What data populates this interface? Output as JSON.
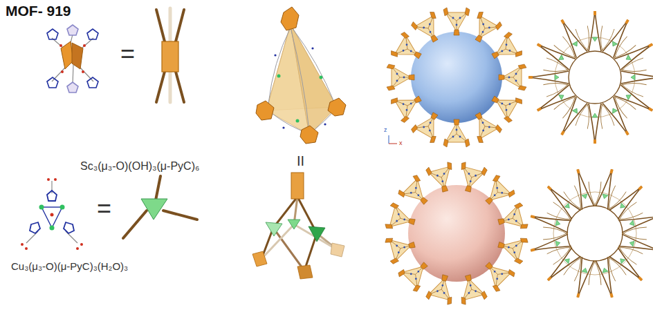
{
  "diagram": {
    "title": "MOF- 919",
    "labels": [
      "=",
      "II",
      "Sc₃(μ₃-O)(OH)₃(μ-PyC)₆",
      "=",
      "Cu₃(μ₃-O)(μ-PyC)₃(H₂O)₃",
      "z",
      "x"
    ]
  }
}
